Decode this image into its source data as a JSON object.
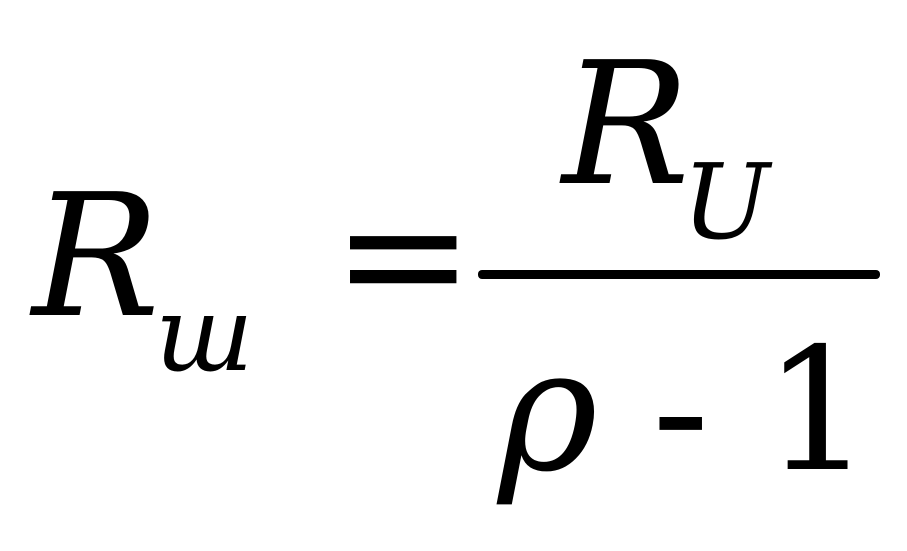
{
  "formula": {
    "lhs": {
      "base": "R",
      "subscript": "ш"
    },
    "operator": "=",
    "numerator": {
      "base": "R",
      "subscript": "U"
    },
    "denominator": {
      "symbol": "ρ",
      "operator": "-",
      "constant": "1"
    }
  }
}
